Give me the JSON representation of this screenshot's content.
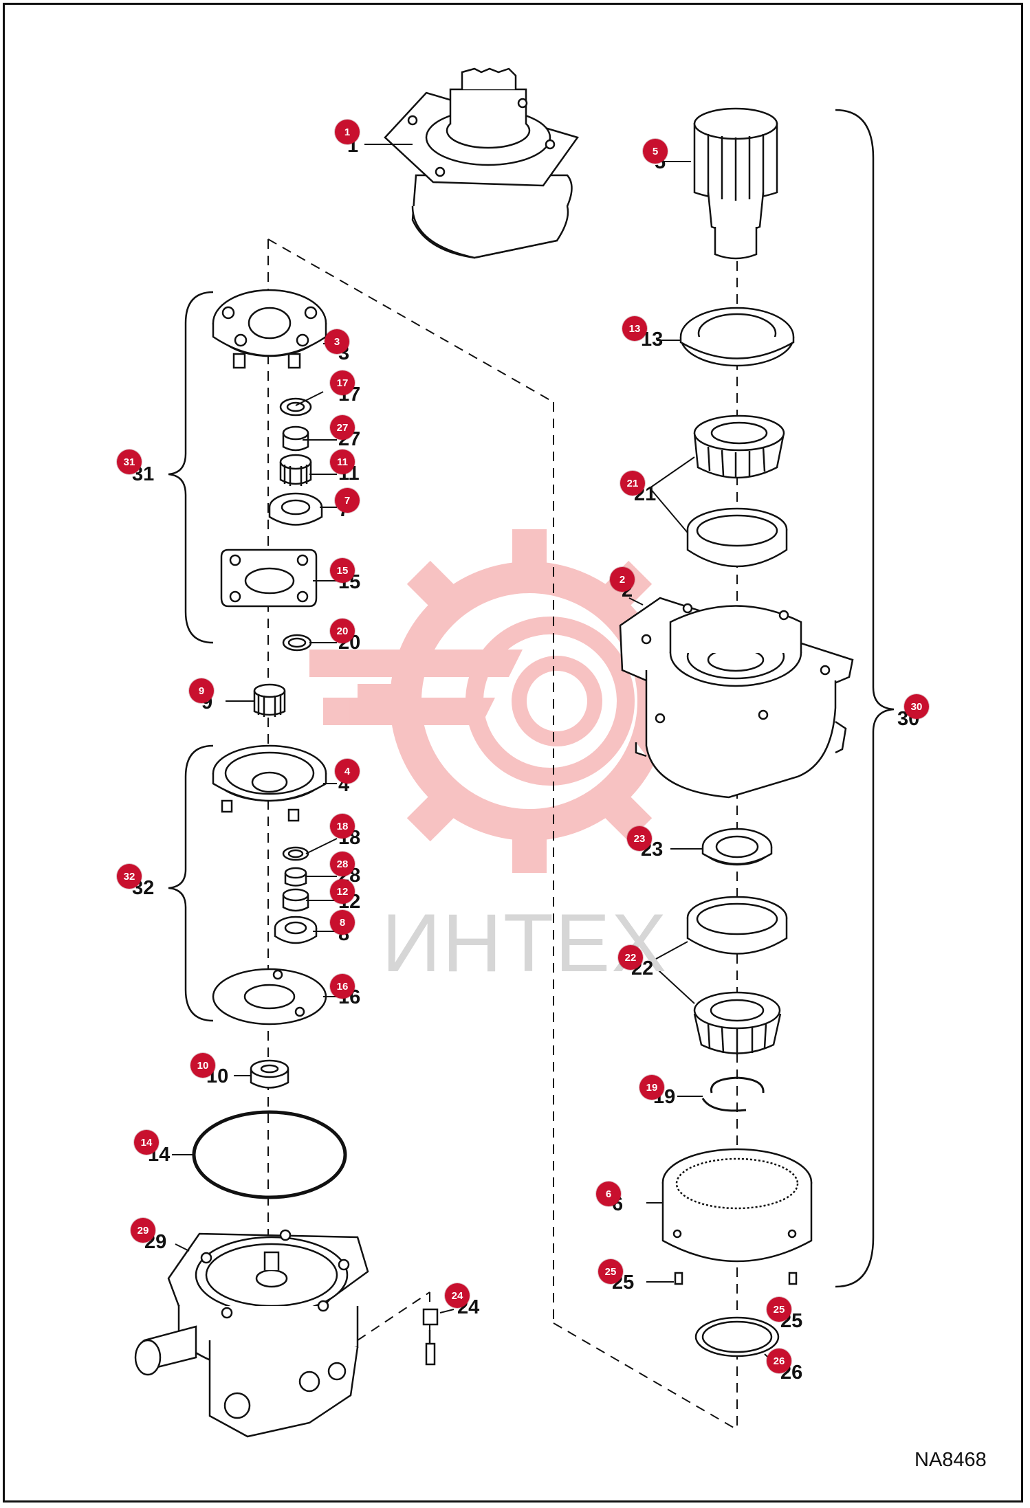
{
  "colors": {
    "badge": "#c8102e",
    "line": "#111111",
    "watermark_logo": "#f6b8b8",
    "watermark_text": "#d6d6d6"
  },
  "watermark": {
    "text": "ИНТЕХ"
  },
  "reference_code": "NA8468",
  "callouts": [
    {
      "id": "1",
      "label": "1"
    },
    {
      "id": "2",
      "label": "2"
    },
    {
      "id": "3",
      "label": "3"
    },
    {
      "id": "4",
      "label": "4"
    },
    {
      "id": "5",
      "label": "5"
    },
    {
      "id": "6",
      "label": "6"
    },
    {
      "id": "7",
      "label": "7"
    },
    {
      "id": "8",
      "label": "8"
    },
    {
      "id": "9",
      "label": "9"
    },
    {
      "id": "10",
      "label": "10"
    },
    {
      "id": "11",
      "label": "11"
    },
    {
      "id": "12",
      "label": "12"
    },
    {
      "id": "13",
      "label": "13"
    },
    {
      "id": "14",
      "label": "14"
    },
    {
      "id": "15",
      "label": "15"
    },
    {
      "id": "16",
      "label": "16"
    },
    {
      "id": "17",
      "label": "17"
    },
    {
      "id": "18",
      "label": "18"
    },
    {
      "id": "19",
      "label": "19"
    },
    {
      "id": "20",
      "label": "20"
    },
    {
      "id": "21",
      "label": "21"
    },
    {
      "id": "22",
      "label": "22"
    },
    {
      "id": "23",
      "label": "23"
    },
    {
      "id": "24",
      "label": "24"
    },
    {
      "id": "25a",
      "label": "25"
    },
    {
      "id": "25b",
      "label": "25"
    },
    {
      "id": "26",
      "label": "26"
    },
    {
      "id": "27",
      "label": "27"
    },
    {
      "id": "28",
      "label": "28"
    },
    {
      "id": "29",
      "label": "29"
    },
    {
      "id": "30",
      "label": "30"
    },
    {
      "id": "31",
      "label": "31"
    },
    {
      "id": "32",
      "label": "32"
    }
  ]
}
